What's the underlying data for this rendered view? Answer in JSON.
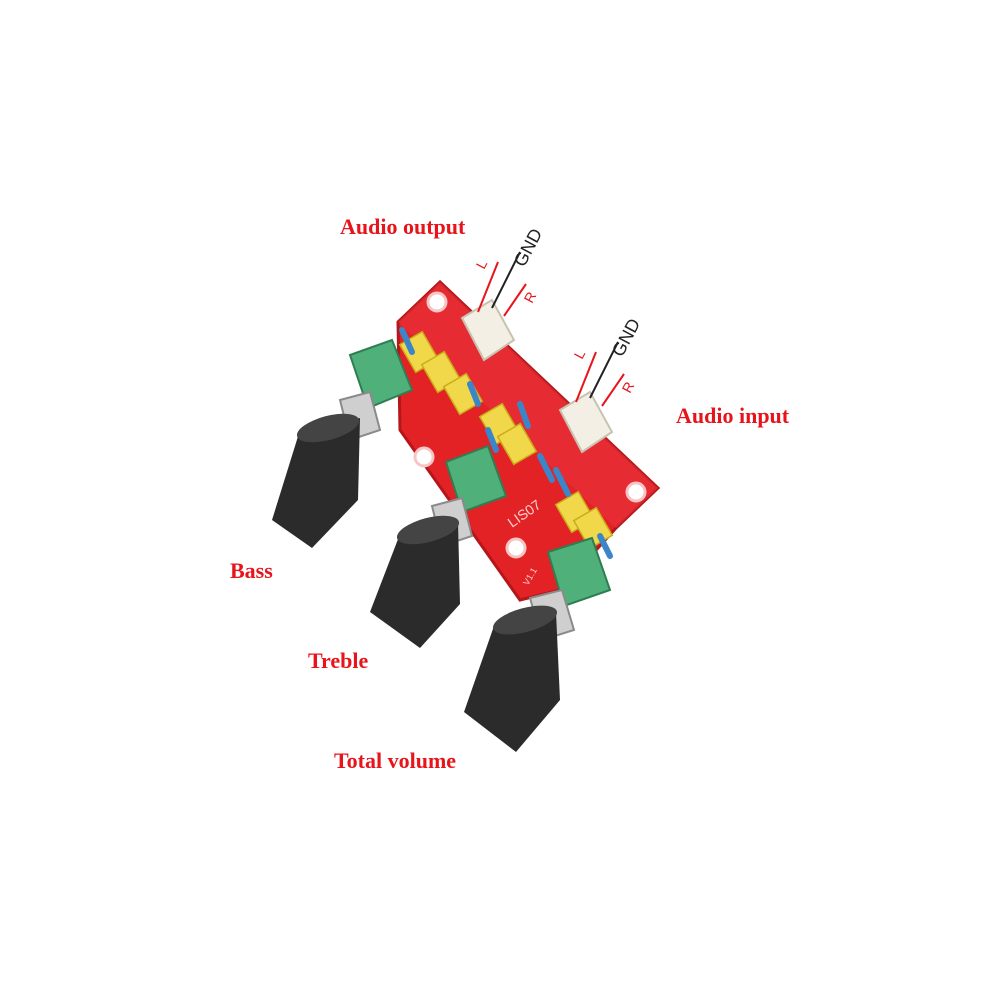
{
  "colors": {
    "callout_text": "#e8141b",
    "pcb": "#e32226",
    "pcb_dark": "#b5161a",
    "potentiometer": "#4fb07a",
    "knob": "#2b2b2b",
    "capacitor": "#f0d84a",
    "connector": "#f3efe4",
    "wire_red": "#e8141b",
    "wire_black": "#222222"
  },
  "callouts": {
    "audio_output": "Audio output",
    "audio_input": "Audio input",
    "bass": "Bass",
    "treble": "Treble",
    "total_volume": "Total volume"
  },
  "output_wires": {
    "left": "L",
    "ground": "GND",
    "right": "R"
  },
  "input_wires": {
    "left": "L",
    "ground": "GND",
    "right": "R"
  },
  "board": {
    "model": "LIS07",
    "version": "V1.1"
  }
}
